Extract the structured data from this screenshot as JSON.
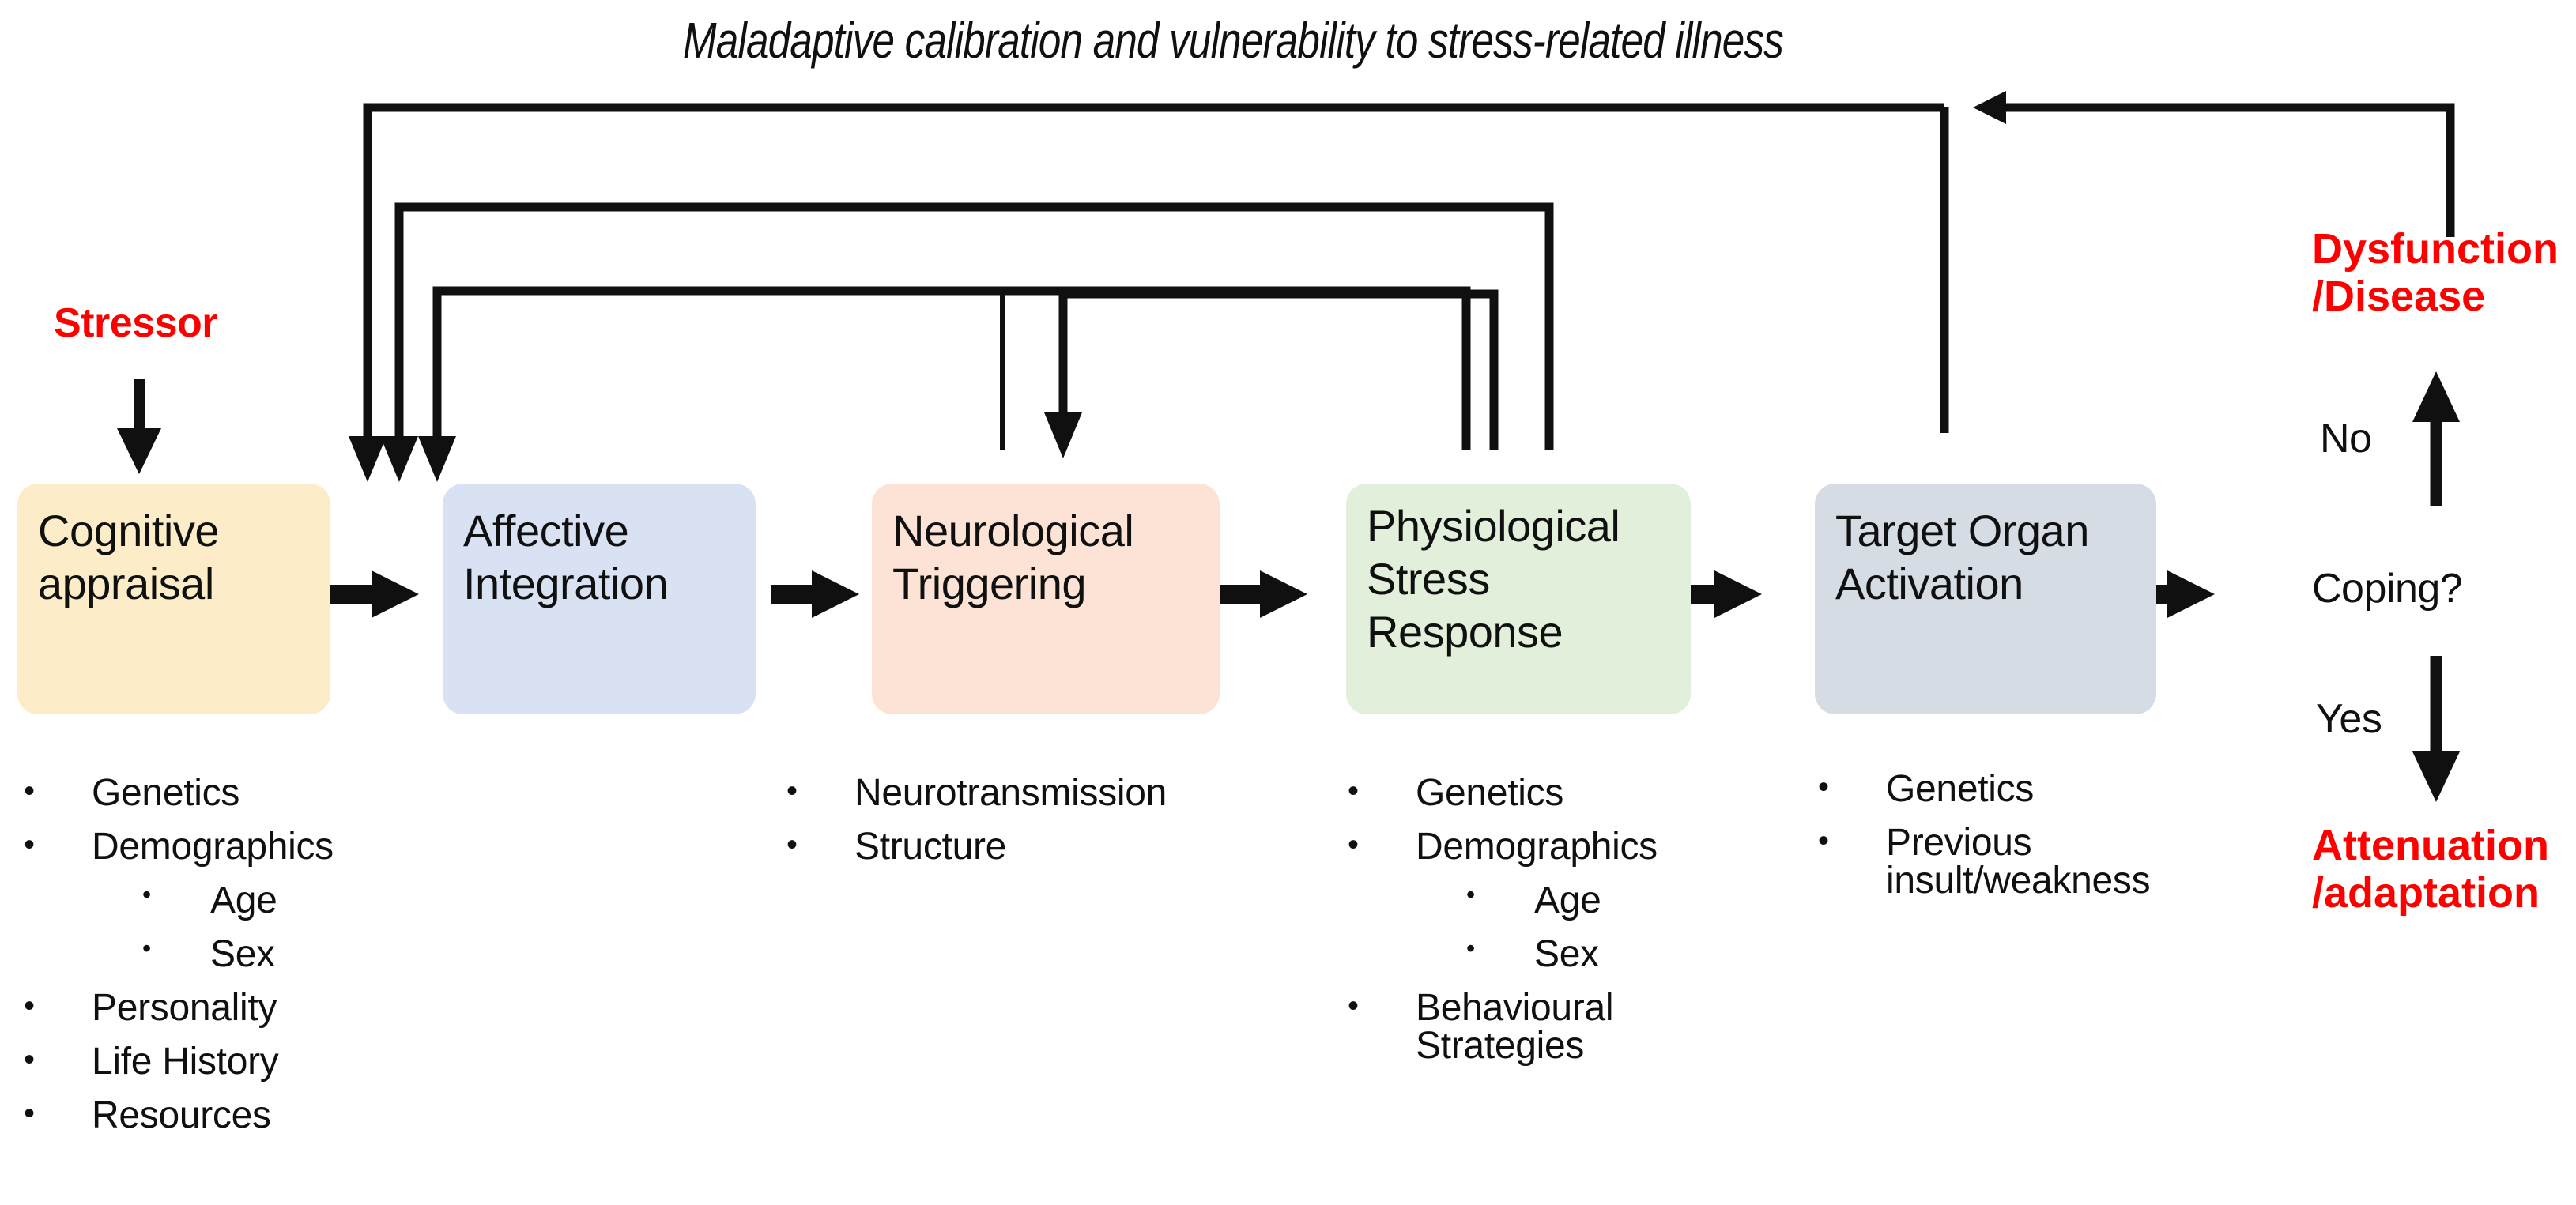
{
  "title": "Maladaptive calibration and vulnerability to stress-related illness",
  "colors": {
    "stressor_red": "#FF0000",
    "box_cognitive": "#FDECC8",
    "box_affective": "#D9E2F3",
    "box_neurological": "#FCE3D6",
    "box_physiological": "#E2EFDA",
    "box_target_organ": "#D6DCE4",
    "arrow_black": "#101010"
  },
  "stressor": {
    "label": "Stressor"
  },
  "stages": [
    {
      "name": "cognitive-appraisal",
      "lines": [
        "Cognitive",
        "appraisal"
      ]
    },
    {
      "name": "affective-integration",
      "lines": [
        "Affective",
        "Integration"
      ]
    },
    {
      "name": "neurological-triggering",
      "lines": [
        "Neurological",
        "Triggering"
      ]
    },
    {
      "name": "physiological-stress-response",
      "lines": [
        "Physiological",
        "Stress",
        "Response"
      ]
    },
    {
      "name": "target-organ-activation",
      "lines": [
        "Target Organ",
        "Activation"
      ]
    }
  ],
  "lists": {
    "cognitive": [
      {
        "level": 1,
        "text": "Genetics"
      },
      {
        "level": 1,
        "text": "Demographics"
      },
      {
        "level": 2,
        "text": "Age"
      },
      {
        "level": 2,
        "text": "Sex"
      },
      {
        "level": 1,
        "text": "Personality"
      },
      {
        "level": 1,
        "text": "Life History"
      },
      {
        "level": 1,
        "text": "Resources"
      }
    ],
    "neurological": [
      {
        "level": 1,
        "text": "Neurotransmission"
      },
      {
        "level": 1,
        "text": "Structure"
      }
    ],
    "physiological": [
      {
        "level": 1,
        "text": "Genetics"
      },
      {
        "level": 1,
        "text": "Demographics"
      },
      {
        "level": 2,
        "text": "Age"
      },
      {
        "level": 2,
        "text": "Sex"
      },
      {
        "level": 1,
        "text": "Behavioural\nStrategies"
      }
    ],
    "target_organ": [
      {
        "level": 1,
        "text": "Genetics"
      },
      {
        "level": 1,
        "text": "Previous\ninsult/weakness"
      }
    ]
  },
  "decision": {
    "question": "Coping?",
    "no_label": "No",
    "yes_label": "Yes",
    "outcome_no": "Dysfunction\n/Disease",
    "outcome_yes": "Attenuation\n/adaptation"
  },
  "bullet_glyph": "•"
}
